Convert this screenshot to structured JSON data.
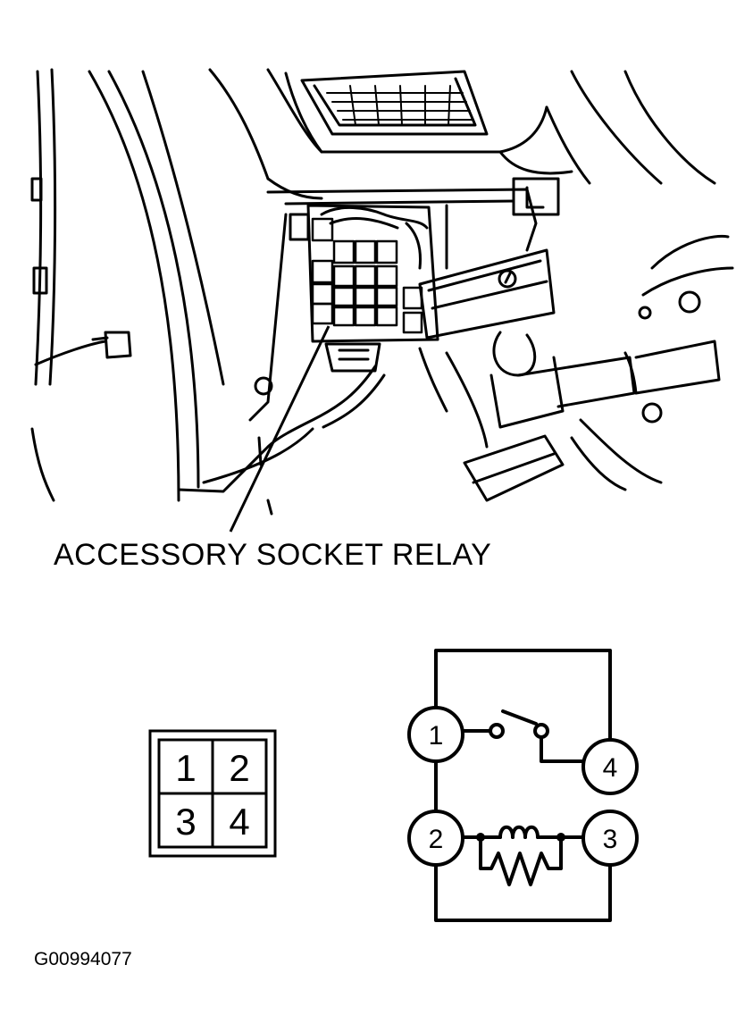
{
  "callout": {
    "label": "ACCESSORY SOCKET RELAY"
  },
  "figure_code": "G00994077",
  "connector": {
    "pins": [
      "1",
      "2",
      "3",
      "4"
    ]
  },
  "schematic": {
    "terminals": [
      "1",
      "2",
      "3",
      "4"
    ]
  }
}
